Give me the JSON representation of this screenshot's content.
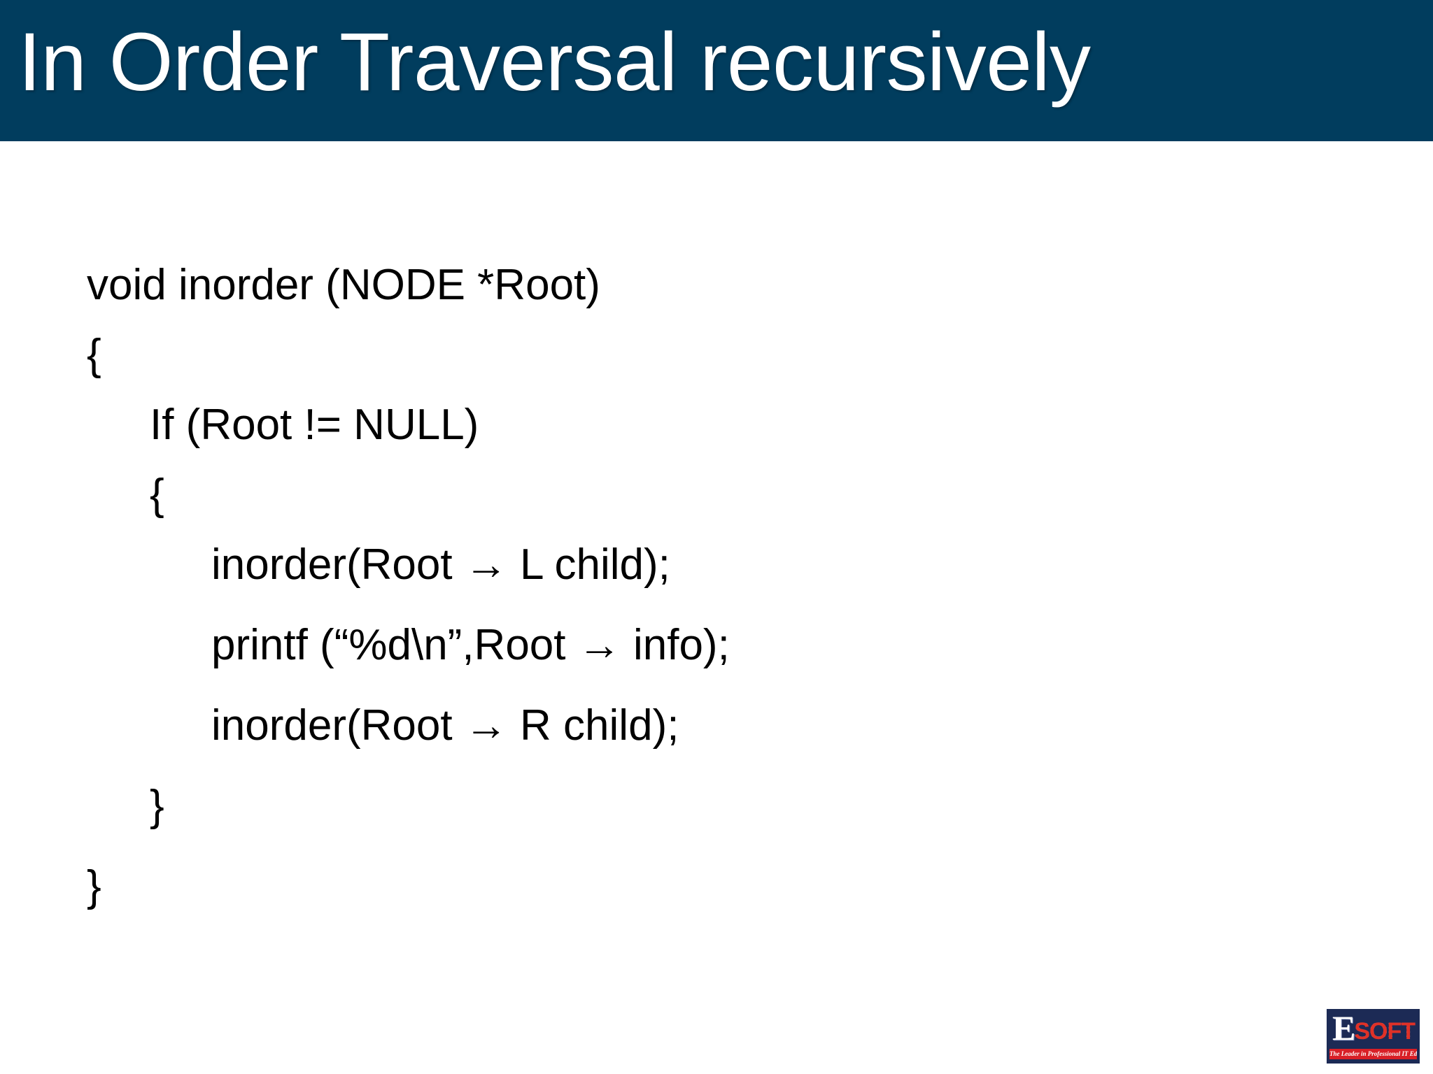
{
  "slide": {
    "title": "In Order Traversal recursively",
    "header_color": "#013D5E",
    "background_color": "#FFFFFF",
    "text_color": "#000000"
  },
  "code": {
    "lines": [
      {
        "indent": 0,
        "text": "void inorder (NODE *Root)"
      },
      {
        "indent": 0,
        "text": "{"
      },
      {
        "indent": 1,
        "text": "If (Root != NULL)"
      },
      {
        "indent": 1,
        "text": "{"
      },
      {
        "indent": 2,
        "text": "inorder(Root → L child);"
      },
      {
        "indent": 2,
        "text": "printf (“%d\\n”,Root → info);"
      },
      {
        "indent": 2,
        "text": "inorder(Root → R child);"
      },
      {
        "indent": 1,
        "text": "}"
      },
      {
        "indent": 0,
        "text": "}"
      }
    ]
  },
  "logo": {
    "mark_e": "E",
    "mark_soft": "SOFT",
    "tagline": "The Leader in Professional IT Education",
    "box_color": "#1C2A55",
    "accent_color": "#D81F26"
  }
}
